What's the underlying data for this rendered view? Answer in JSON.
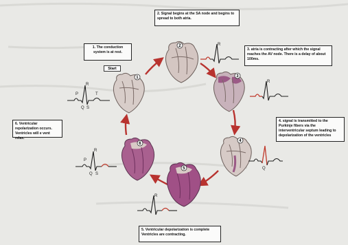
{
  "steps": {
    "step1": "1. The conduction system is at rest.",
    "step2": "2. Signal begins at the SA node and begins to spread to both atria.",
    "step3": "3. atria is contracting after which the signal reaches the AV node. There is a delay of about 100ms.",
    "step4": "4. signal is transmitted to the Purkinje fibers via the interventricular septum leading to depolarization of the ventricles",
    "step5": "5. Ventricular depolarization is complete Ventricles are contracting.",
    "step6": "6. Ventricular repolarization occurs. Ventricles will e vent relax."
  },
  "start_button": "Start",
  "ecg_labels": {
    "p": "P",
    "q": "Q",
    "r": "R",
    "s": "S",
    "t": "T"
  },
  "heart_numbers": [
    "1",
    "2",
    "3",
    "4",
    "5",
    "6"
  ],
  "colors": {
    "arrow": "#b8332f",
    "heart_tissue": "#c7b7b5",
    "heart_depolarized": "#8e3a72",
    "ecg_line": "#1e1e1e",
    "ecg_highlight": "#c0392b"
  }
}
